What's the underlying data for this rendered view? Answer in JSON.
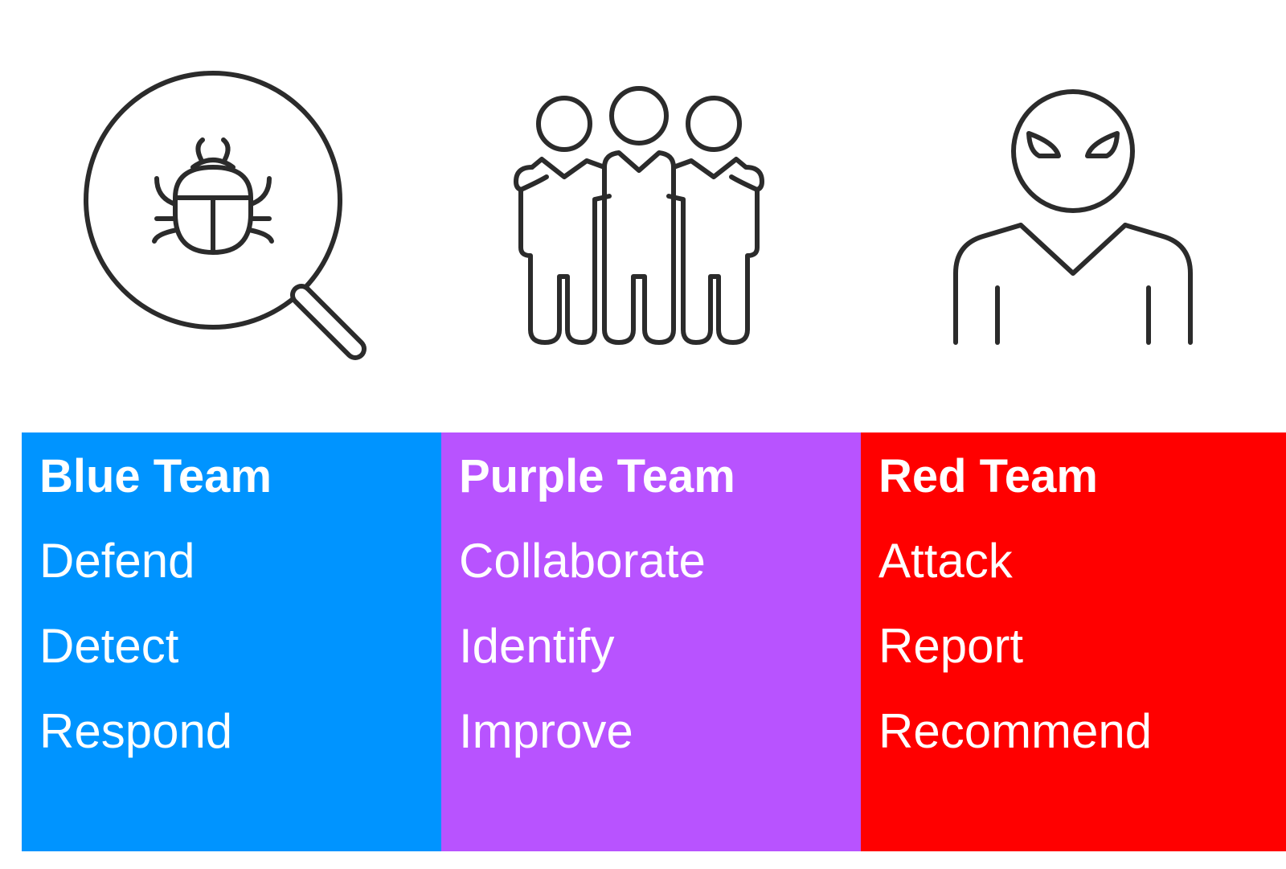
{
  "colors": {
    "blue": "#0094ff",
    "purple": "#b853ff",
    "red": "#ff0000",
    "icon_stroke": "#2b2b2b",
    "text": "#ffffff"
  },
  "icons": {
    "blue": "magnifier-bug-icon",
    "purple": "team-group-icon",
    "red": "masked-hacker-icon"
  },
  "teams": {
    "blue": {
      "title": "Blue Team",
      "items": [
        "Defend",
        "Detect",
        "Respond"
      ]
    },
    "purple": {
      "title": "Purple Team",
      "items": [
        "Collaborate",
        "Identify",
        "Improve"
      ]
    },
    "red": {
      "title": "Red Team",
      "items": [
        "Attack",
        "Report",
        "Recommend"
      ]
    }
  }
}
